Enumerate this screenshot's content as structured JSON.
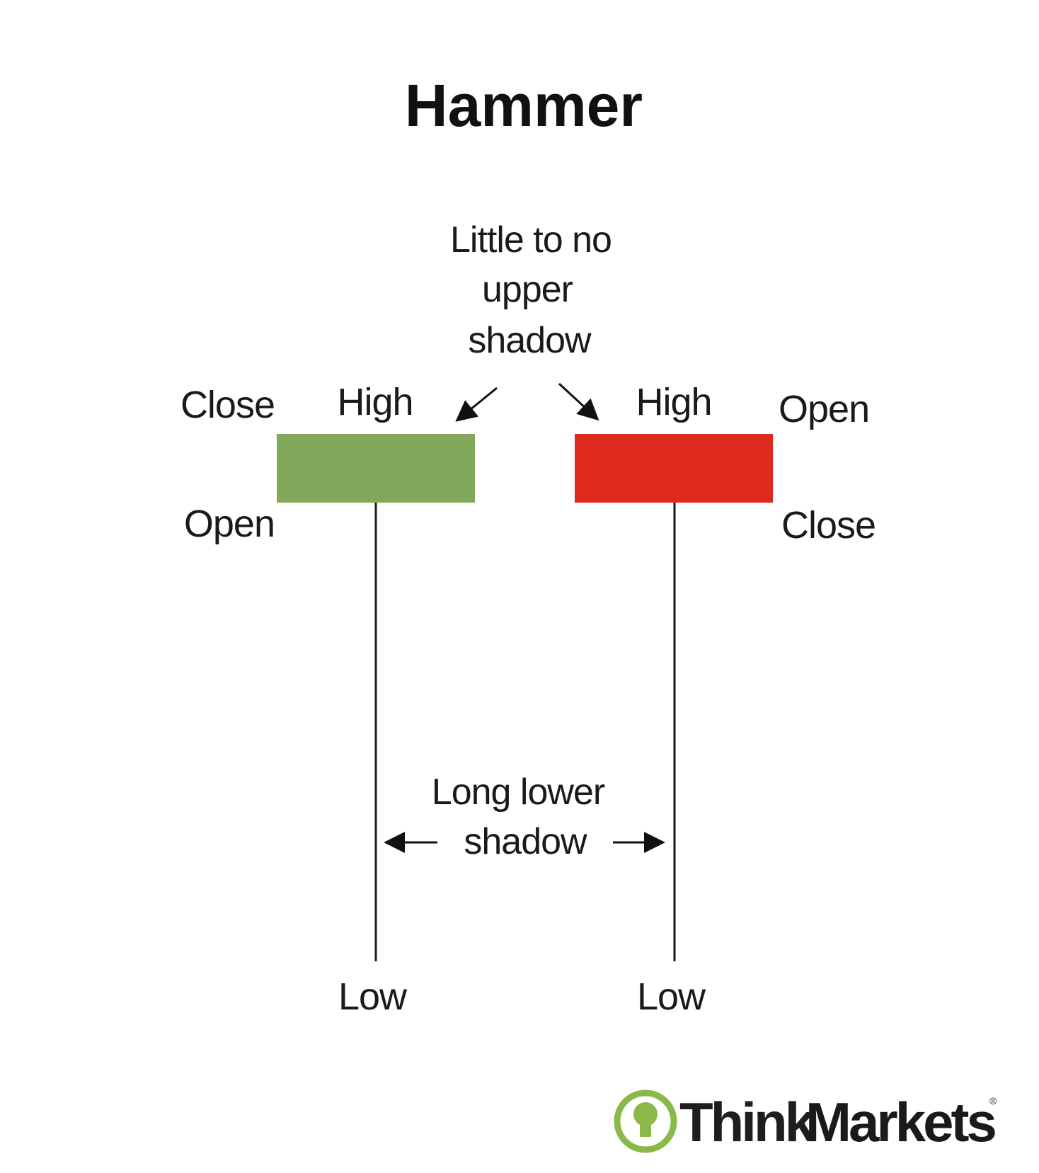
{
  "title": "Hammer",
  "colors": {
    "bullish_body": "#82a85c",
    "bearish_body": "#dd2a1c",
    "logo_green": "#8ab94a",
    "text": "#1a1a1a",
    "shadow_line": "#1a1a1a"
  },
  "annotations": {
    "upper_shadow": [
      "Little to no",
      "upper",
      "shadow"
    ],
    "lower_shadow": [
      "Long lower",
      "shadow"
    ]
  },
  "candles": [
    {
      "name": "bullish-hammer",
      "type": "bullish",
      "body_top_label": "Close",
      "high_label": "High",
      "body_bottom_label": "Open",
      "low_label": "Low"
    },
    {
      "name": "bearish-hammer",
      "type": "bearish",
      "body_top_label": "Open",
      "high_label": "High",
      "body_bottom_label": "Close",
      "low_label": "Low"
    }
  ],
  "logo": {
    "part1": "Think",
    "part2": "Markets",
    "icon": "lightbulb-icon",
    "mark": "®"
  }
}
